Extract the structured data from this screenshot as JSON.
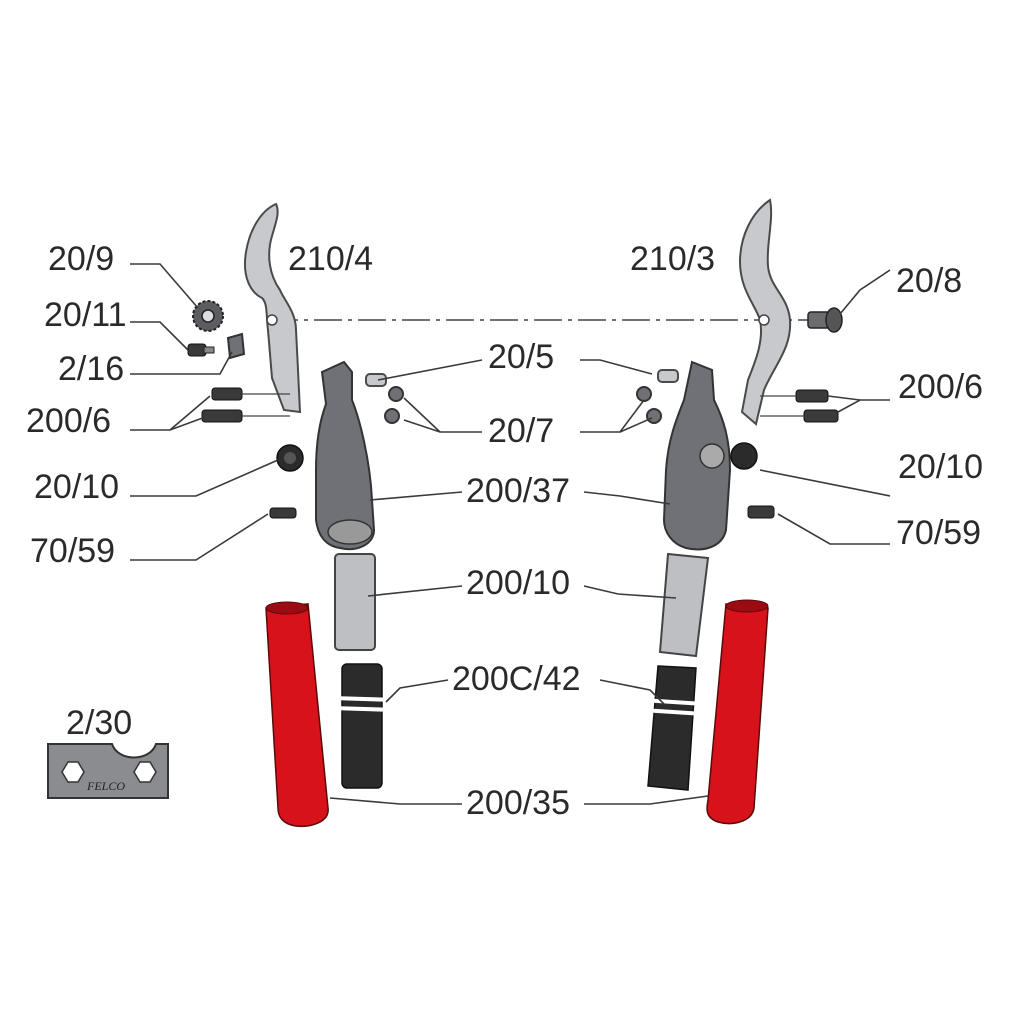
{
  "labels": {
    "blade_left": "210/4",
    "blade_right": "210/3",
    "gear_nut": "20/9",
    "bolt_right": "20/8",
    "screw_small": "20/11",
    "catch": "2/16",
    "pin": "20/5",
    "screws_left": "200/6",
    "screws_right": "200/6",
    "nuts": "20/7",
    "buffer_left": "20/10",
    "buffer_right": "20/10",
    "handle": "200/37",
    "set_screw_left": "70/59",
    "set_screw_right": "70/59",
    "tube": "200/10",
    "foam_grip": "200C/42",
    "grip_cover": "200/35",
    "wrench": "2/30"
  },
  "wrench_logo": "FELCO",
  "colors": {
    "grip": "#d8121a",
    "metal": "#c7c9cc",
    "handle": "#6f7176",
    "foam": "#2b2b2b"
  }
}
